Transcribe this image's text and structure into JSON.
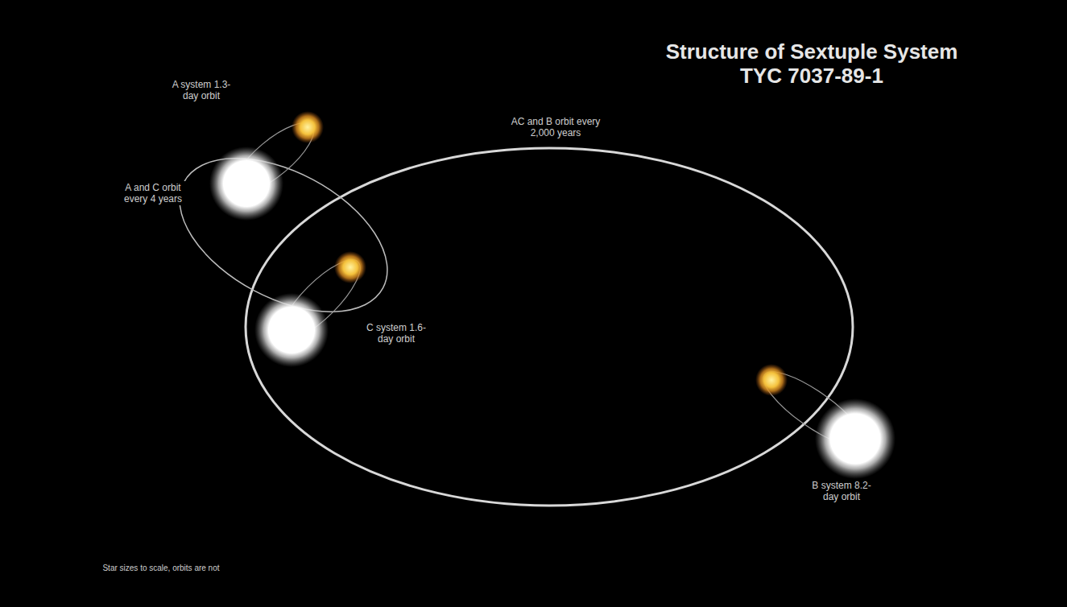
{
  "diagram": {
    "title": "Structure of Sextuple System TYC 7037-89-1",
    "labels": [
      "A system 1.3-day orbit",
      "AC and B orbit every 2,000 years",
      "A and C orbit every 4 years",
      "C system 1.6-day orbit",
      "B system 8.2-day orbit",
      "Star sizes to scale, orbits are not"
    ]
  }
}
